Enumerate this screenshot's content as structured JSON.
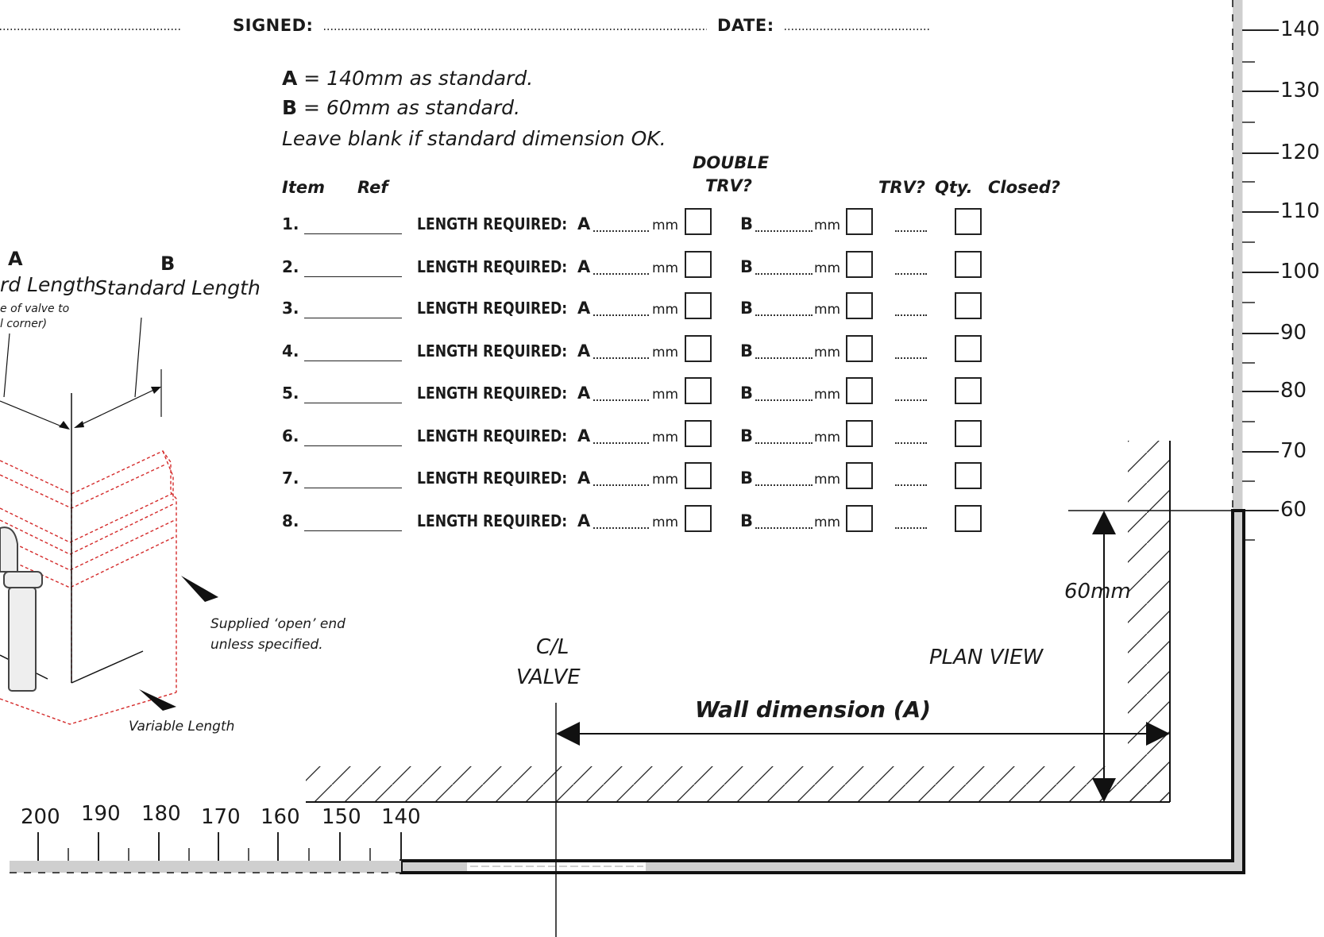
{
  "header": {
    "signed_label": "SIGNED:",
    "date_label": "DATE:"
  },
  "notes": {
    "a_letter": "A",
    "a_text": " = 140mm as standard.",
    "b_letter": "B",
    "b_text": " = 60mm as standard.",
    "blank_text": "Leave blank if standard dimension OK."
  },
  "table": {
    "col_item": "Item",
    "col_ref": "Ref",
    "col_double_trv_1": "DOUBLE",
    "col_double_trv_2": "TRV?",
    "col_trv": "TRV?",
    "col_qty": "Qty.",
    "col_closed": "Closed?",
    "length_label": "LENGTH REQUIRED:",
    "a_label": "A",
    "b_label": "B",
    "unit": "mm",
    "rows": [
      {
        "num": "1."
      },
      {
        "num": "2."
      },
      {
        "num": "3."
      },
      {
        "num": "4."
      },
      {
        "num": "5."
      },
      {
        "num": "6."
      },
      {
        "num": "7."
      },
      {
        "num": "8."
      }
    ]
  },
  "illustration": {
    "a_letter": "A",
    "a_partial": "rd Length",
    "a_note_1": "e of valve to",
    "a_note_2": "l corner)",
    "b_letter": "B",
    "b_text": "Standard Length",
    "open_end_1": "Supplied ‘open’ end",
    "open_end_2": "unless specified.",
    "variable_length": "Variable Length"
  },
  "plan": {
    "cl_1": "C/L",
    "cl_2": "VALVE",
    "plan_view": "PLAN VIEW",
    "wall_dimension": "Wall dimension (A)",
    "sixty_mm": "60mm"
  },
  "rulers": {
    "vertical": [
      "140",
      "130",
      "120",
      "110",
      "100",
      "90",
      "80",
      "70",
      "60"
    ],
    "horizontal": [
      "200",
      "190",
      "180",
      "170",
      "160",
      "150",
      "140"
    ]
  },
  "colors": {
    "ink": "#1a1a1a",
    "ruler_grey": "#cfcfcf",
    "dashed_red": "#d42a2a"
  }
}
